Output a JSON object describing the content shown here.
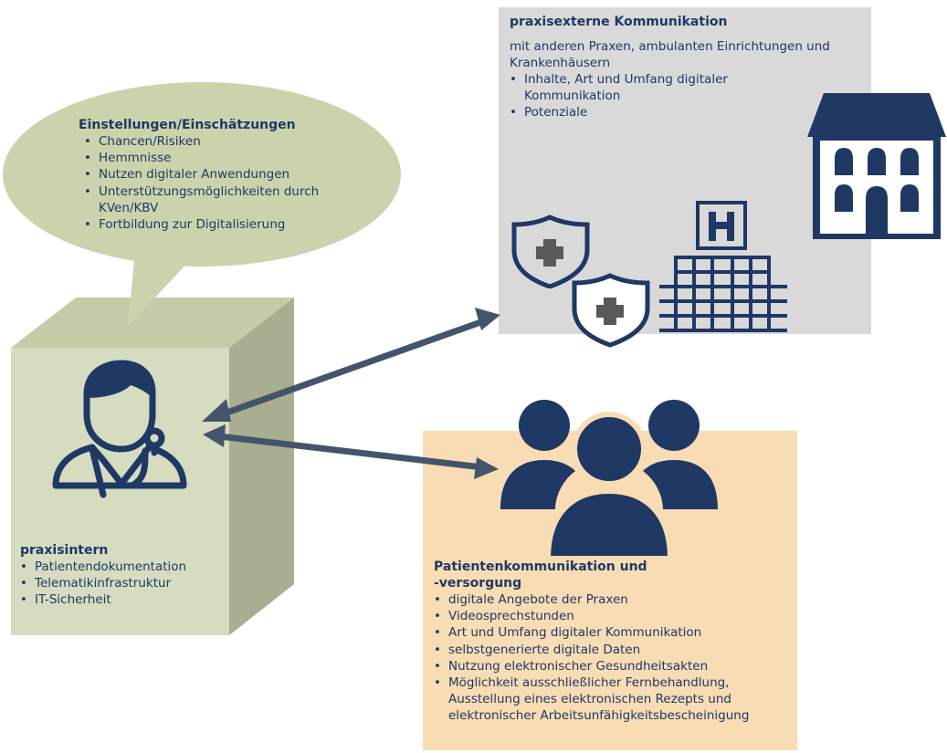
{
  "colors": {
    "navy": "#1f3864",
    "box_front": "#d5dcc0",
    "box_side": "#a8ae8f",
    "box_top": "#c4cba7",
    "bubble": "#cbd3ac",
    "grey_box": "#d9d9d9",
    "orange_box": "#f8dcb4",
    "arrow": "#44546a"
  },
  "bubble": {
    "title": "Einstellungen/Einschätzungen",
    "items": [
      "Chancen/Risiken",
      "Hemmnisse",
      "Nutzen digitaler Anwendungen",
      "Unterstützungsmöglichkeiten durch KVen/KBV",
      "Fortbildung zur Digitalisierung"
    ]
  },
  "internal": {
    "title": "praxisintern",
    "items": [
      "Patientendokumentation",
      "Telematikinfrastruktur",
      "IT-Sicherheit"
    ]
  },
  "external": {
    "title": "praxisexterne Kommunikation",
    "intro": "mit anderen Praxen, ambulanten Einrichtungen und Krankenhäusern",
    "items": [
      "Inhalte, Art und Umfang digitaler Kommunikation",
      "Potenziale"
    ]
  },
  "patients": {
    "title": "Patientenkommunikation und -versorgung",
    "items": [
      "digitale Angebote der Praxen",
      "Videosprechstunden",
      "Art und Umfang digitaler Kommunikation",
      "selbstgenerierte digitale Daten",
      "Nutzung elektronischer Gesundheitsakten",
      "Möglichkeit ausschließlicher Fernbehandlung, Ausstellung eines elektronischen Rezepts und elektronischer Arbeitsunfähigkeitsbescheinigung"
    ]
  },
  "icons": [
    "doctor-icon",
    "shield-cross-icon",
    "hospital-icon",
    "building-icon",
    "people-group-icon"
  ]
}
